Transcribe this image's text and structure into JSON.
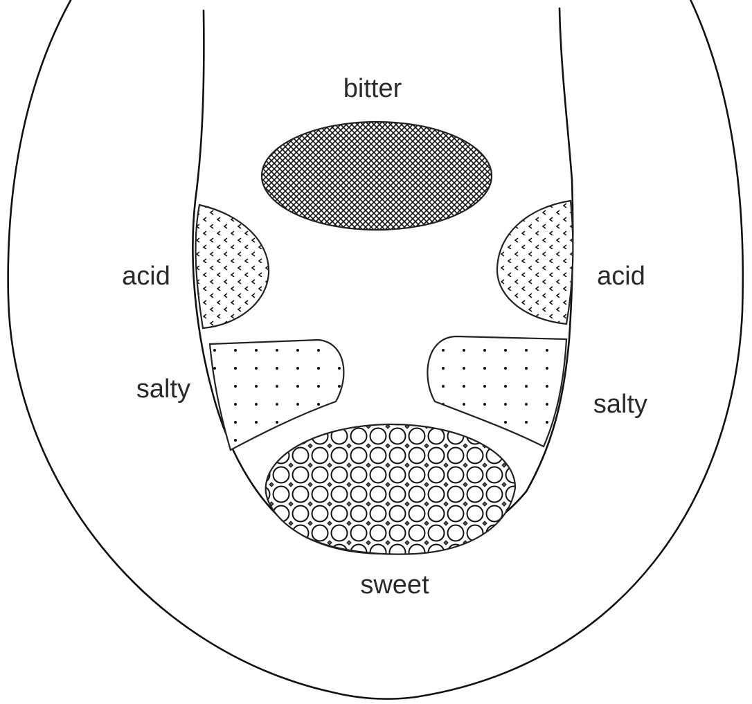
{
  "diagram": {
    "labels": {
      "bitter": "bitter",
      "acid_left": "acid",
      "acid_right": "acid",
      "salty_left": "salty",
      "salty_right": "salty",
      "sweet": "sweet"
    }
  }
}
